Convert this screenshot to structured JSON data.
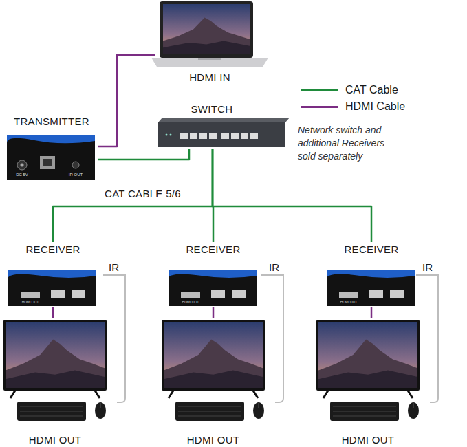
{
  "diagram": {
    "nodes": [
      {
        "text": [
          "HDMI IN"
        ]
      },
      {
        "text": [
          "TRANSMITTER",
          "DC 5V",
          "IR OUT"
        ]
      },
      {
        "text": [
          "SWITCH"
        ]
      },
      {
        "text": [
          "RECEIVER",
          "HDMI OUT"
        ]
      },
      {
        "text": [
          "RECEIVER",
          "HDMI OUT"
        ]
      },
      {
        "text": [
          "RECEIVER",
          "HDMI OUT"
        ]
      },
      {
        "text": [
          "HDMI OUT"
        ]
      },
      {
        "text": [
          "HDMI OUT"
        ]
      },
      {
        "text": [
          "HDMI OUT"
        ]
      }
    ],
    "edges": [
      {
        "from": 0,
        "to": 1,
        "arrow": "none"
      },
      {
        "from": 1,
        "to": 2,
        "arrow": "none"
      },
      {
        "from": 2,
        "to": 3,
        "arrow": "none"
      },
      {
        "from": 2,
        "to": 4,
        "arrow": "none"
      },
      {
        "from": 2,
        "to": 5,
        "arrow": "none"
      },
      {
        "from": 3,
        "to": 6,
        "arrow": "none"
      },
      {
        "from": 4,
        "to": 7,
        "arrow": "none"
      },
      {
        "from": 5,
        "to": 8,
        "arrow": "none"
      }
    ],
    "labels": [
      "CAT CABLE 5/6",
      "IR",
      "IR",
      "IR",
      "Network switch and additional Receivers sold separately"
    ],
    "legend": [
      {
        "text": "CAT Cable",
        "color": "#1f8b3b"
      },
      {
        "text": "HDMI Cable",
        "color": "#7b2d83"
      }
    ]
  }
}
